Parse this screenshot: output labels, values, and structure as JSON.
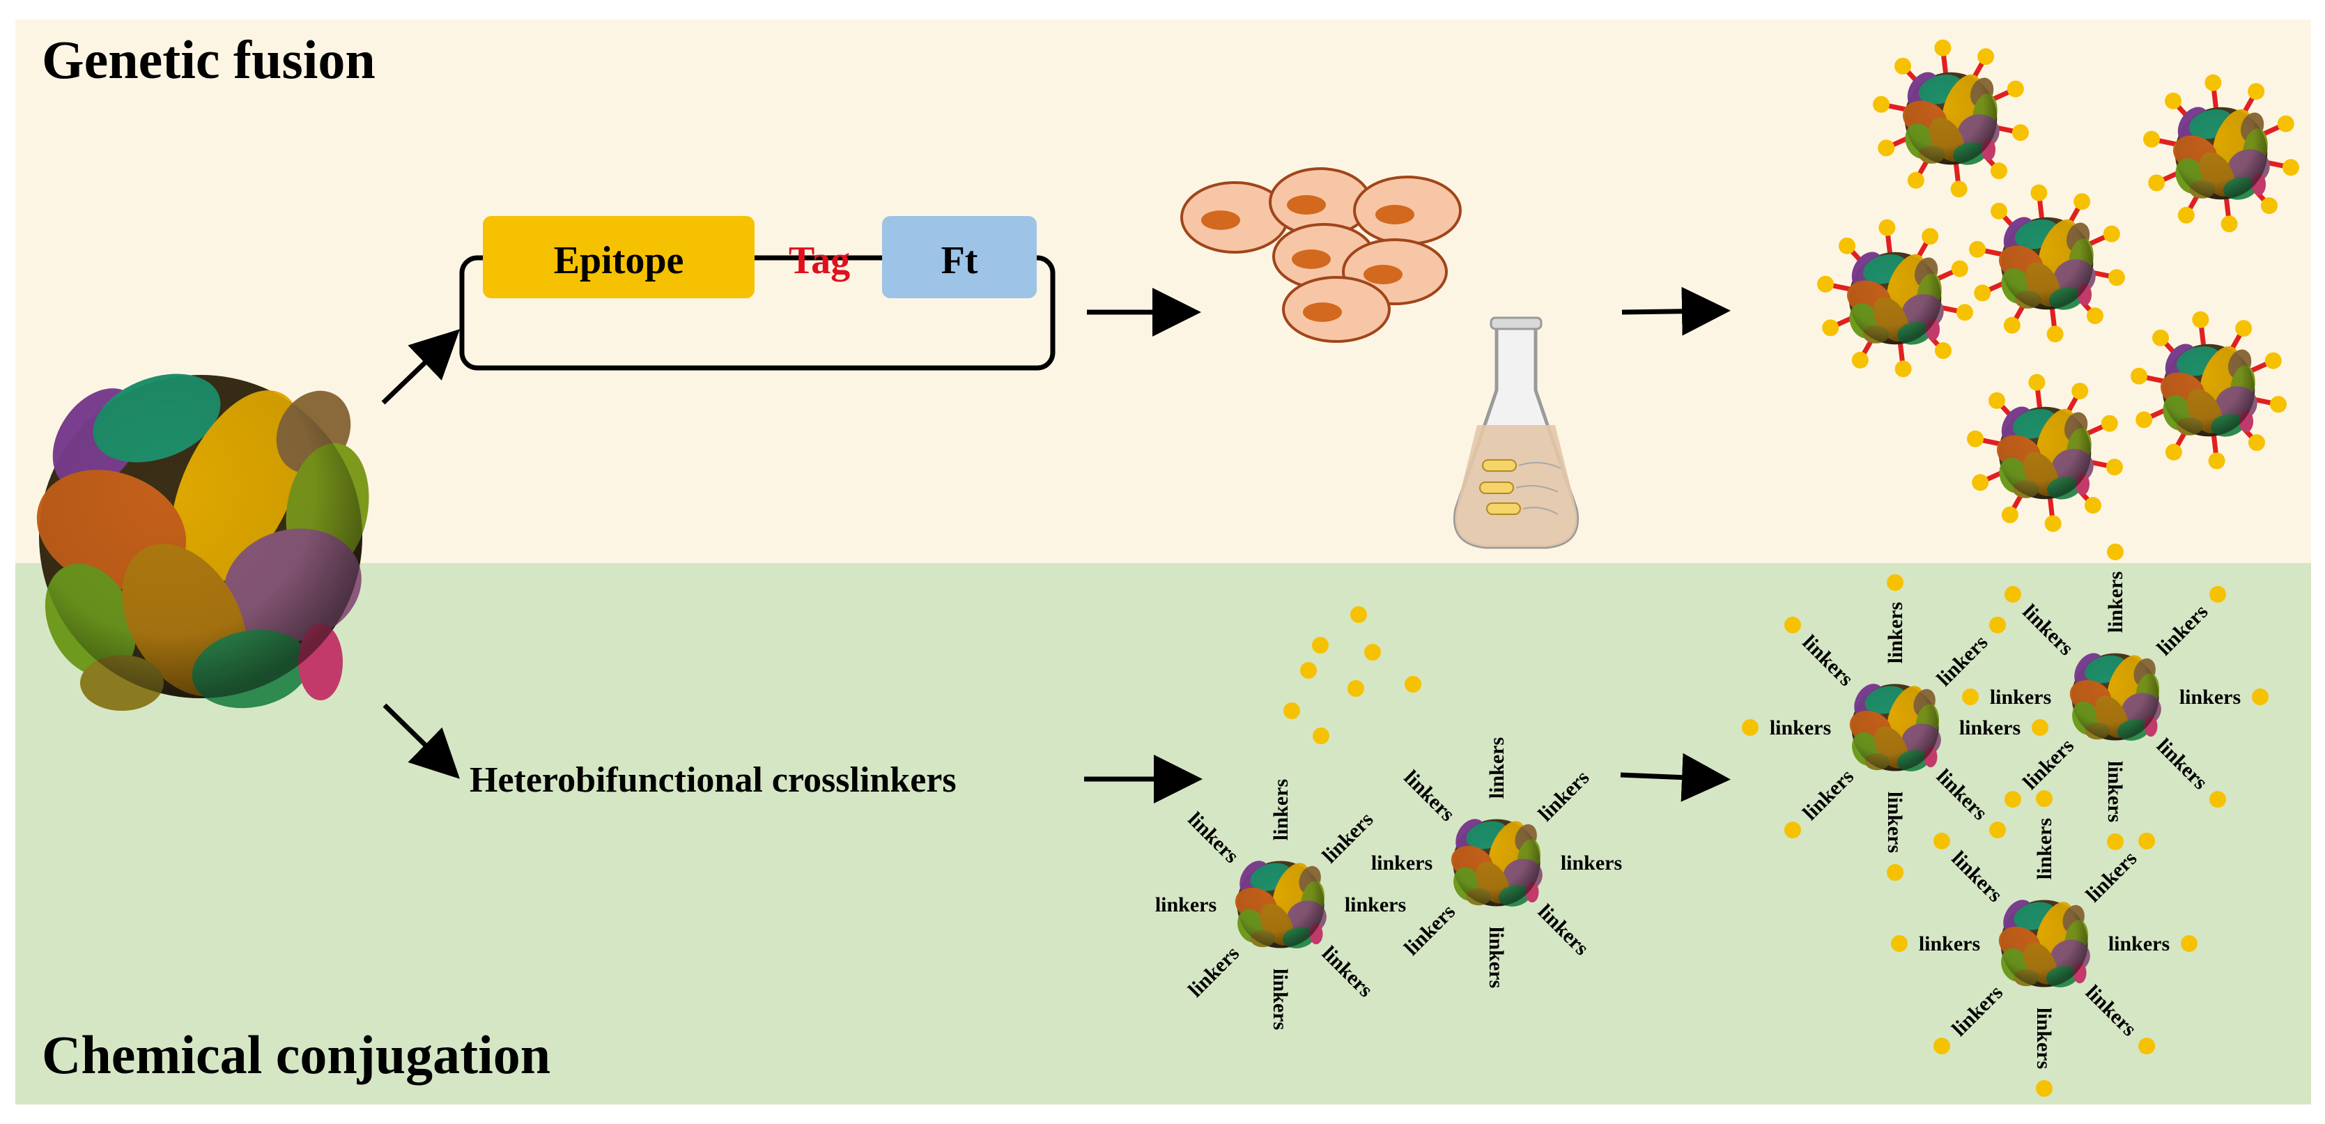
{
  "sections": {
    "top_title": "Genetic fusion",
    "bottom_title": "Chemical conjugation"
  },
  "construct": {
    "epitope_label": "Epitope",
    "tag_label": "Tag",
    "ft_label": "Ft"
  },
  "crosslinker_label": "Heterobifunctional crosslinkers",
  "linker_word": "linkers",
  "colors": {
    "top_band": "#fdf5e4",
    "bottom_band": "#d5e6c5",
    "epitope_box": "#f6c100",
    "ft_box": "#9dc3e6",
    "tag_text": "#e0101e",
    "epitope_dot": "#f6c100",
    "spike": "#e02020",
    "cell_fill": "#f7c6a6",
    "cell_nucleus": "#d2691e"
  },
  "icons": {
    "nanoparticle": "ferritin-nanoparticle-icon",
    "cells": "host-cells-icon",
    "flask": "culture-flask-icon"
  }
}
